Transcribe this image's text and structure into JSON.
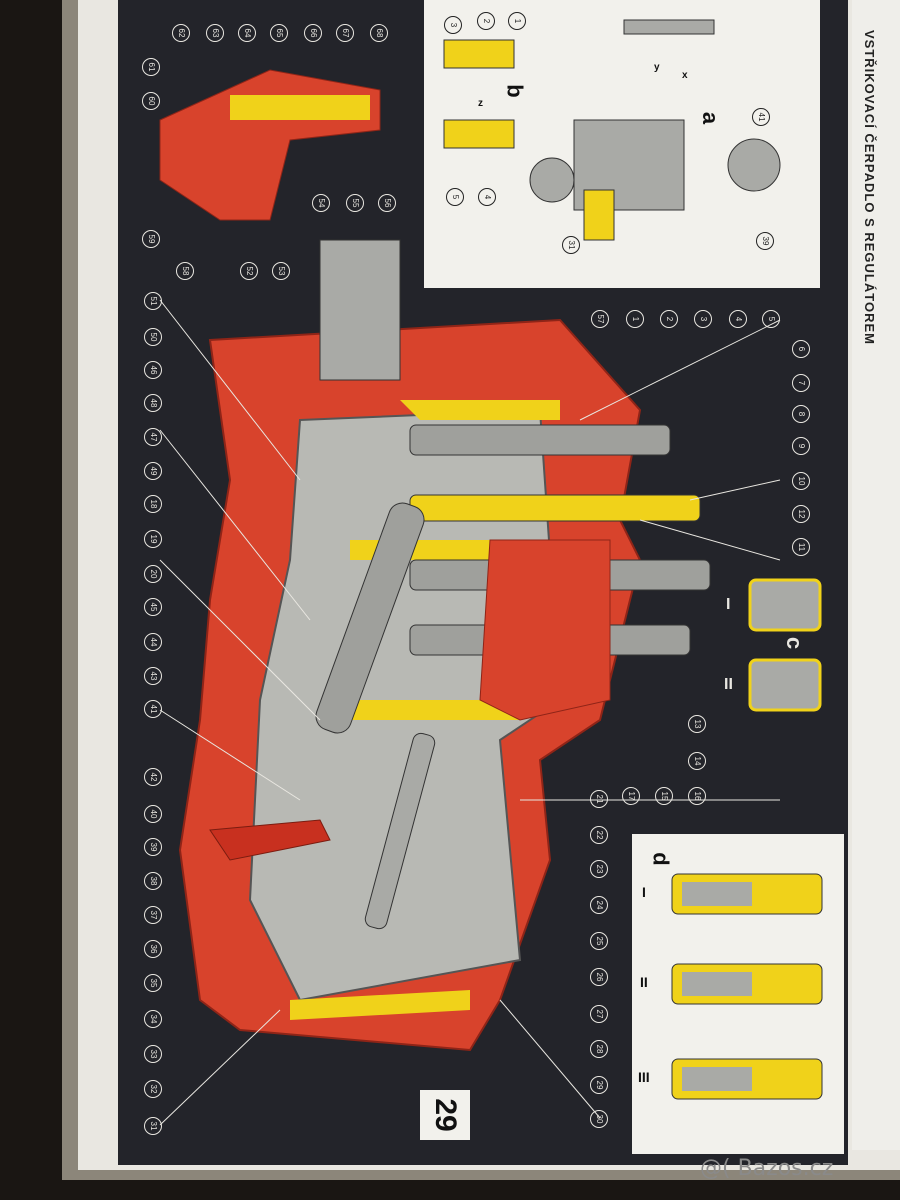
{
  "document": {
    "side_title": "VSTŘIKOVACÍ ČERPADLO S REGULÁTOREM",
    "page_number": "29",
    "inset_letters": [
      "a",
      "b",
      "c",
      "d"
    ],
    "roman_labels": [
      "I",
      "II",
      "III"
    ],
    "left_callouts": [
      "51",
      "50",
      "46",
      "48",
      "47",
      "49",
      "18",
      "19",
      "20",
      "45",
      "44",
      "43",
      "41",
      "42",
      "40",
      "39",
      "38",
      "37",
      "36",
      "35",
      "34",
      "33",
      "32",
      "31"
    ],
    "right_callouts": [
      "57",
      "1",
      "2",
      "3",
      "4",
      "5",
      "6",
      "7",
      "8",
      "9",
      "10",
      "12",
      "11",
      "13",
      "14",
      "15",
      "16",
      "17",
      "21",
      "22",
      "23",
      "24",
      "25",
      "26",
      "27",
      "28",
      "29",
      "30"
    ],
    "top_callouts": [
      "62",
      "63",
      "64",
      "65",
      "66",
      "67",
      "68",
      "61",
      "60",
      "59",
      "58",
      "54",
      "55",
      "56",
      "52",
      "53"
    ],
    "inset_b_callouts": [
      "3",
      "2",
      "1",
      "5",
      "4"
    ],
    "inset_a_callouts": [
      "41",
      "31",
      "39"
    ],
    "inset_a_symbols": [
      "x",
      "y",
      "z"
    ]
  },
  "watermark": "@( Bazos.cz",
  "colors": {
    "plate_bg": "#23242a",
    "pump_red": "#d8432c",
    "section_yellow": "#f0d21a",
    "metal_grey": "#a9aaa6"
  }
}
